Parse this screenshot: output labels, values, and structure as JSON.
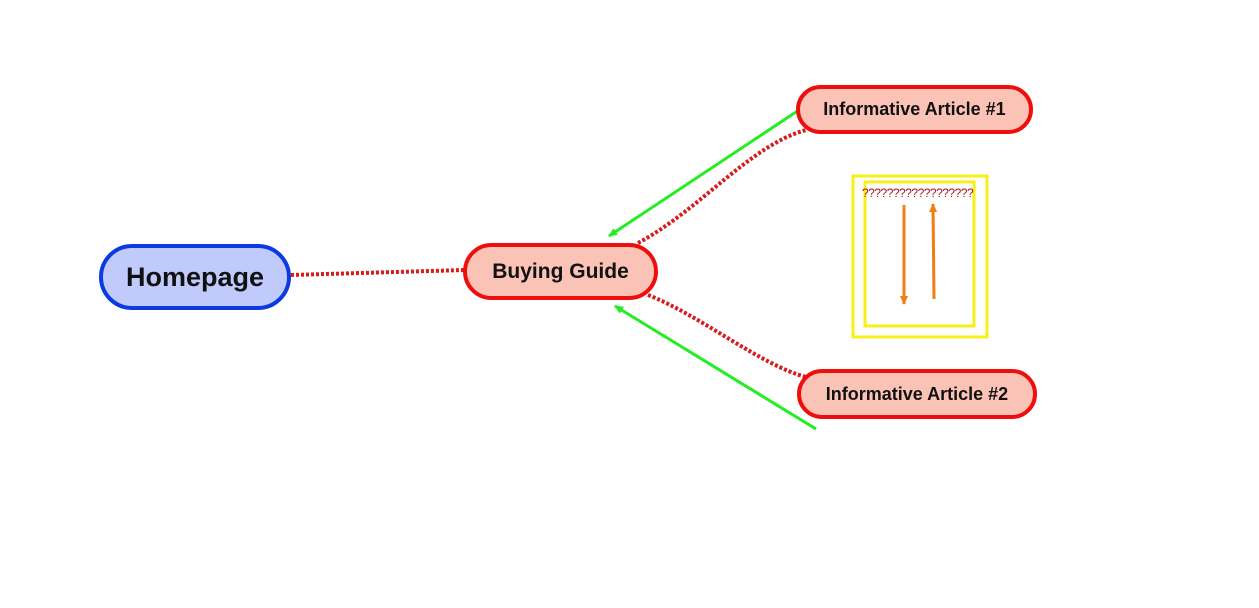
{
  "nodes": {
    "homepage": {
      "label": "Homepage"
    },
    "buying_guide": {
      "label": "Buying Guide"
    },
    "article_1": {
      "label": "Informative Article #1"
    },
    "article_2": {
      "label": "Informative Article #2"
    }
  },
  "placeholder_text": "??????????????????",
  "colors": {
    "homepage_fill": "#c0cbfb",
    "homepage_border": "#0a3ae0",
    "page_fill": "#fbc3b5",
    "page_border": "#ee0e0e",
    "internal_link": "#d81b1b",
    "backlink_arrow": "#22ee22",
    "cycle_arrow": "#f07f13",
    "highlight_box": "#f5ef1a",
    "placeholder_text": "#b01515"
  }
}
